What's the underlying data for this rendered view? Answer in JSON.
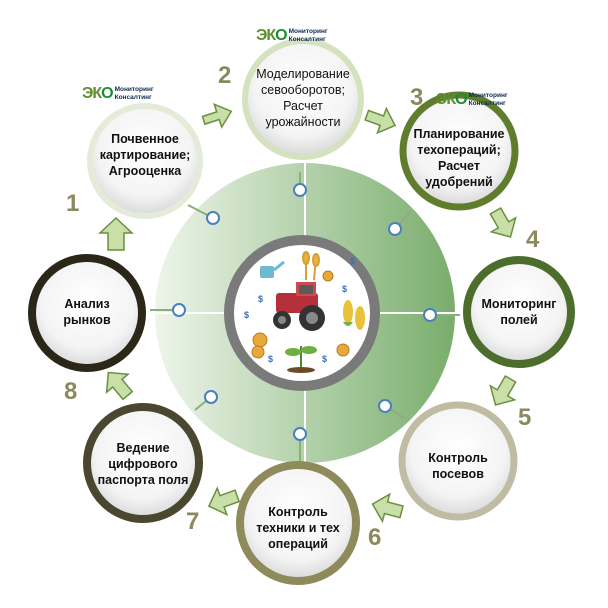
{
  "logo": {
    "mark_main": "ЭК",
    "mark_tail": "О",
    "line1": "Мониторинг",
    "line2": "Консалтинг"
  },
  "steps": [
    {
      "num": "1",
      "label": "Почвенное картирование; Агрооценка"
    },
    {
      "num": "2",
      "label": "Моделирование севооборотов; Расчет урожайности"
    },
    {
      "num": "3",
      "label": "Планирование техопераций; Расчет удобрений"
    },
    {
      "num": "4",
      "label": "Мониторинг полей"
    },
    {
      "num": "5",
      "label": "Контроль посевов"
    },
    {
      "num": "6",
      "label": "Контроль техники и тех операций"
    },
    {
      "num": "7",
      "label": "Ведение цифрового паспорта поля"
    },
    {
      "num": "8",
      "label": "Анализ рынков"
    }
  ],
  "colors": {
    "ring1": "#d9e6c8",
    "ring2": "#c9ddb0",
    "ring3": "#5c7a2a",
    "ring4": "#4a6b2a",
    "ring5": "#b8b49b",
    "ring6": "#8f8a5a",
    "ring7": "#4e4b31",
    "ring8": "#2d2a1c",
    "center": "#7aab6e",
    "arrow": "#c8e0a8",
    "arrow_stroke": "#6a8f3f",
    "num": "#8a8a5e"
  }
}
